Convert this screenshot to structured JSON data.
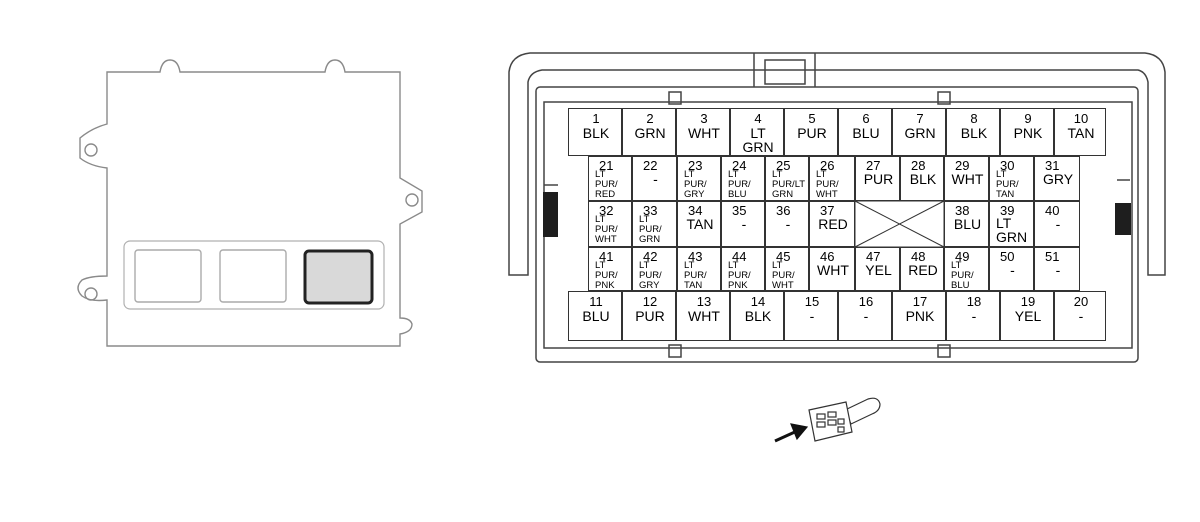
{
  "connector": {
    "pins": [
      {
        "num": "1",
        "color": "BLK"
      },
      {
        "num": "2",
        "color": "GRN"
      },
      {
        "num": "3",
        "color": "WHT"
      },
      {
        "num": "4",
        "color": "LT\nGRN"
      },
      {
        "num": "5",
        "color": "PUR"
      },
      {
        "num": "6",
        "color": "BLU"
      },
      {
        "num": "7",
        "color": "GRN"
      },
      {
        "num": "8",
        "color": "BLK"
      },
      {
        "num": "9",
        "color": "PNK"
      },
      {
        "num": "10",
        "color": "TAN"
      },
      {
        "num": "21",
        "color": "LT\nPUR/\nRED"
      },
      {
        "num": "22",
        "color": "-"
      },
      {
        "num": "23",
        "color": "LT\nPUR/\nGRY"
      },
      {
        "num": "24",
        "color": "LT\nPUR/\nBLU"
      },
      {
        "num": "25",
        "color": "LT\nPUR/LT\nGRN"
      },
      {
        "num": "26",
        "color": "LT\nPUR/\nWHT"
      },
      {
        "num": "27",
        "color": "PUR"
      },
      {
        "num": "28",
        "color": "BLK"
      },
      {
        "num": "29",
        "color": "WHT"
      },
      {
        "num": "30",
        "color": "LT\nPUR/\nTAN"
      },
      {
        "num": "31",
        "color": "GRY"
      },
      {
        "num": "32",
        "color": "LT\nPUR/\nWHT"
      },
      {
        "num": "33",
        "color": "LT\nPUR/\nGRN"
      },
      {
        "num": "34",
        "color": "TAN"
      },
      {
        "num": "35",
        "color": "-"
      },
      {
        "num": "36",
        "color": "-"
      },
      {
        "num": "37",
        "color": "RED"
      },
      {
        "num": "38",
        "color": "BLU"
      },
      {
        "num": "39",
        "color": "LT\nGRN"
      },
      {
        "num": "40",
        "color": "-"
      },
      {
        "num": "41",
        "color": "LT\nPUR/\nPNK"
      },
      {
        "num": "42",
        "color": "LT\nPUR/\nGRY"
      },
      {
        "num": "43",
        "color": "LT\nPUR/\nTAN"
      },
      {
        "num": "44",
        "color": "LT\nPUR/\nPNK"
      },
      {
        "num": "45",
        "color": "LT\nPUR/\nWHT"
      },
      {
        "num": "46",
        "color": "WHT"
      },
      {
        "num": "47",
        "color": "YEL"
      },
      {
        "num": "48",
        "color": "RED"
      },
      {
        "num": "49",
        "color": "LT\nPUR/\nBLU"
      },
      {
        "num": "50",
        "color": "-"
      },
      {
        "num": "51",
        "color": "-"
      },
      {
        "num": "11",
        "color": "BLU"
      },
      {
        "num": "12",
        "color": "PUR"
      },
      {
        "num": "13",
        "color": "WHT"
      },
      {
        "num": "14",
        "color": "BLK"
      },
      {
        "num": "15",
        "color": "-"
      },
      {
        "num": "16",
        "color": "-"
      },
      {
        "num": "17",
        "color": "PNK"
      },
      {
        "num": "18",
        "color": "-"
      },
      {
        "num": "19",
        "color": "YEL"
      },
      {
        "num": "20",
        "color": "-"
      }
    ]
  },
  "colors": {
    "line": "#555555",
    "light_line": "#9a9a9a",
    "highlight_fill": "#d9d9d9",
    "latch_fill": "#1e1e1e"
  }
}
